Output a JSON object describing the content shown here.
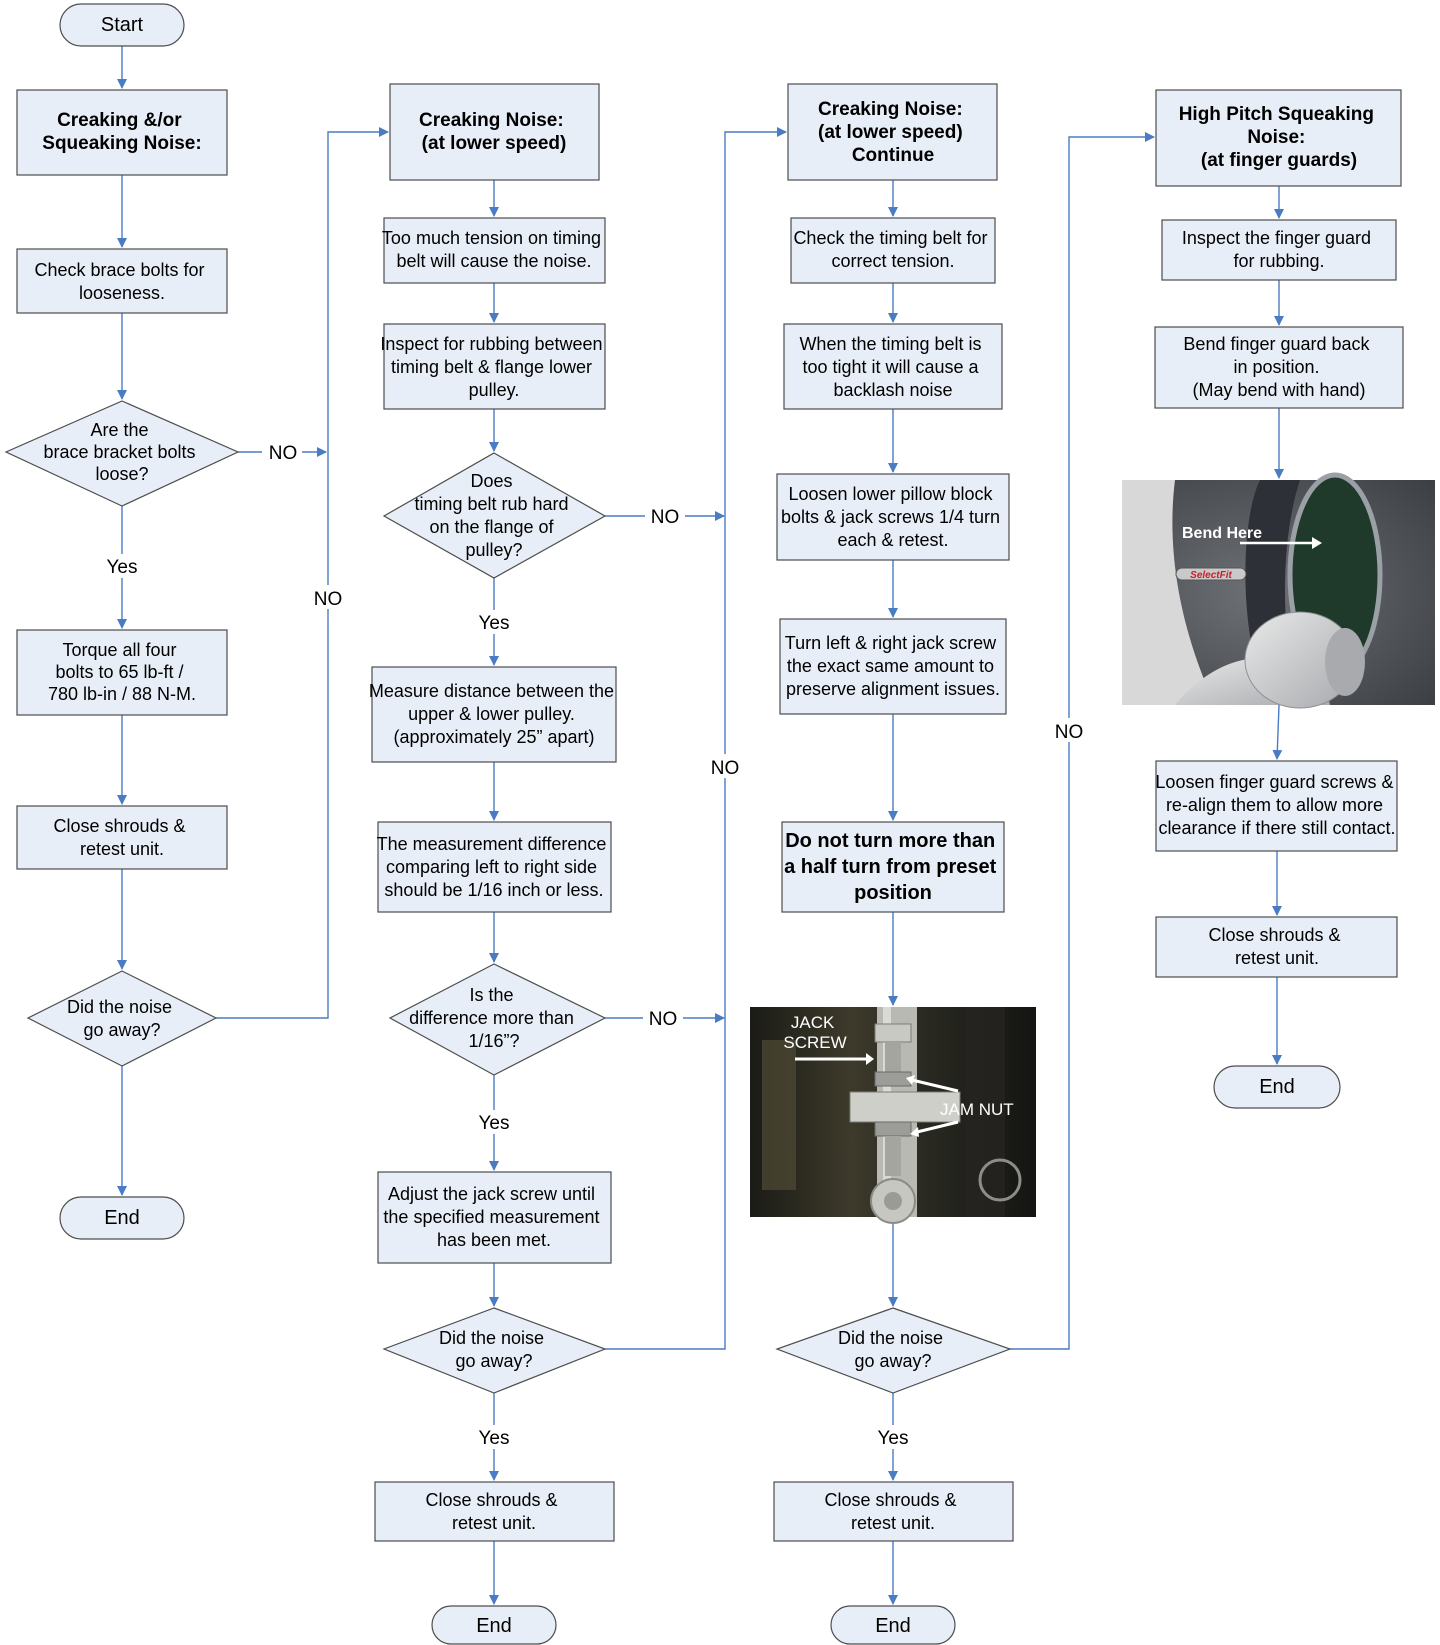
{
  "colors": {
    "node_fill": "#e8eef7",
    "node_stroke": "#4d4d4d",
    "connector": "#4a7cc4"
  },
  "col1": {
    "start": "Start",
    "title": [
      "Creaking &/or",
      "Squeaking Noise:"
    ],
    "check_brace": [
      "Check brace bolts for",
      "looseness."
    ],
    "q_loose": [
      "Are the",
      "brace bracket bolts",
      "loose?"
    ],
    "torque": [
      "Torque all four",
      "bolts to 65 lb-ft /",
      "780 lb-in / 88 N-M."
    ],
    "close": [
      "Close shrouds &",
      "retest unit."
    ],
    "q_noise": [
      "Did the noise",
      "go away?"
    ],
    "end": "End"
  },
  "col2": {
    "title": [
      "Creaking Noise:",
      "(at lower speed)"
    ],
    "tension": [
      "Too much tension on timing",
      "belt will cause the noise."
    ],
    "inspect": [
      "Inspect for rubbing between",
      "timing belt & flange lower",
      "pulley."
    ],
    "q_rub": [
      "Does",
      "timing belt rub hard",
      "on the flange of",
      "pulley?"
    ],
    "measure": [
      "Measure distance between the",
      "upper & lower pulley.",
      "(approximately 25” apart)"
    ],
    "difference": [
      "The measurement difference",
      "comparing left to right side",
      "should be 1/16 inch or less."
    ],
    "q_diff": [
      "Is the",
      "difference more than",
      "1/16”?"
    ],
    "adjust": [
      "Adjust the jack screw until",
      "the specified measurement",
      "has been met."
    ],
    "q_noise": [
      "Did the noise",
      "go away?"
    ],
    "close": [
      "Close shrouds &",
      "retest unit."
    ],
    "end": "End"
  },
  "col3": {
    "title": [
      "Creaking Noise:",
      "(at lower speed)",
      "Continue"
    ],
    "check_belt": [
      "Check the timing belt for",
      "correct tension."
    ],
    "too_tight": [
      "When the timing belt is",
      "too tight it will cause a",
      "backlash noise"
    ],
    "loosen": [
      "Loosen lower pillow block",
      "bolts & jack screws 1/4 turn",
      "each & retest."
    ],
    "turn": [
      "Turn left & right jack screw",
      "the exact same amount to",
      "preserve alignment issues."
    ],
    "warning": [
      "Do not turn more  than",
      "a half turn from preset",
      "position"
    ],
    "photo_labels": {
      "jack_screw": [
        "JACK",
        "SCREW"
      ],
      "jam_nut": "JAM NUT"
    },
    "q_noise": [
      "Did the noise",
      "go away?"
    ],
    "close": [
      "Close shrouds &",
      "retest unit."
    ],
    "end": "End"
  },
  "col4": {
    "title": [
      "High Pitch Squeaking",
      "Noise:",
      "(at finger guards)"
    ],
    "inspect": [
      "Inspect  the finger guard",
      "for rubbing."
    ],
    "bend": [
      "Bend finger guard back",
      "in position.",
      "(May bend with hand)"
    ],
    "photo_labels": {
      "bend_here": "Bend Here",
      "brand": "SelectFit"
    },
    "loosen": [
      "Loosen finger guard screws &",
      "re-align them to allow more",
      "clearance if there still contact."
    ],
    "close": [
      "Close shrouds &",
      "retest unit."
    ],
    "end": "End"
  },
  "edge_labels": {
    "no": "NO",
    "yes": "Yes"
  }
}
